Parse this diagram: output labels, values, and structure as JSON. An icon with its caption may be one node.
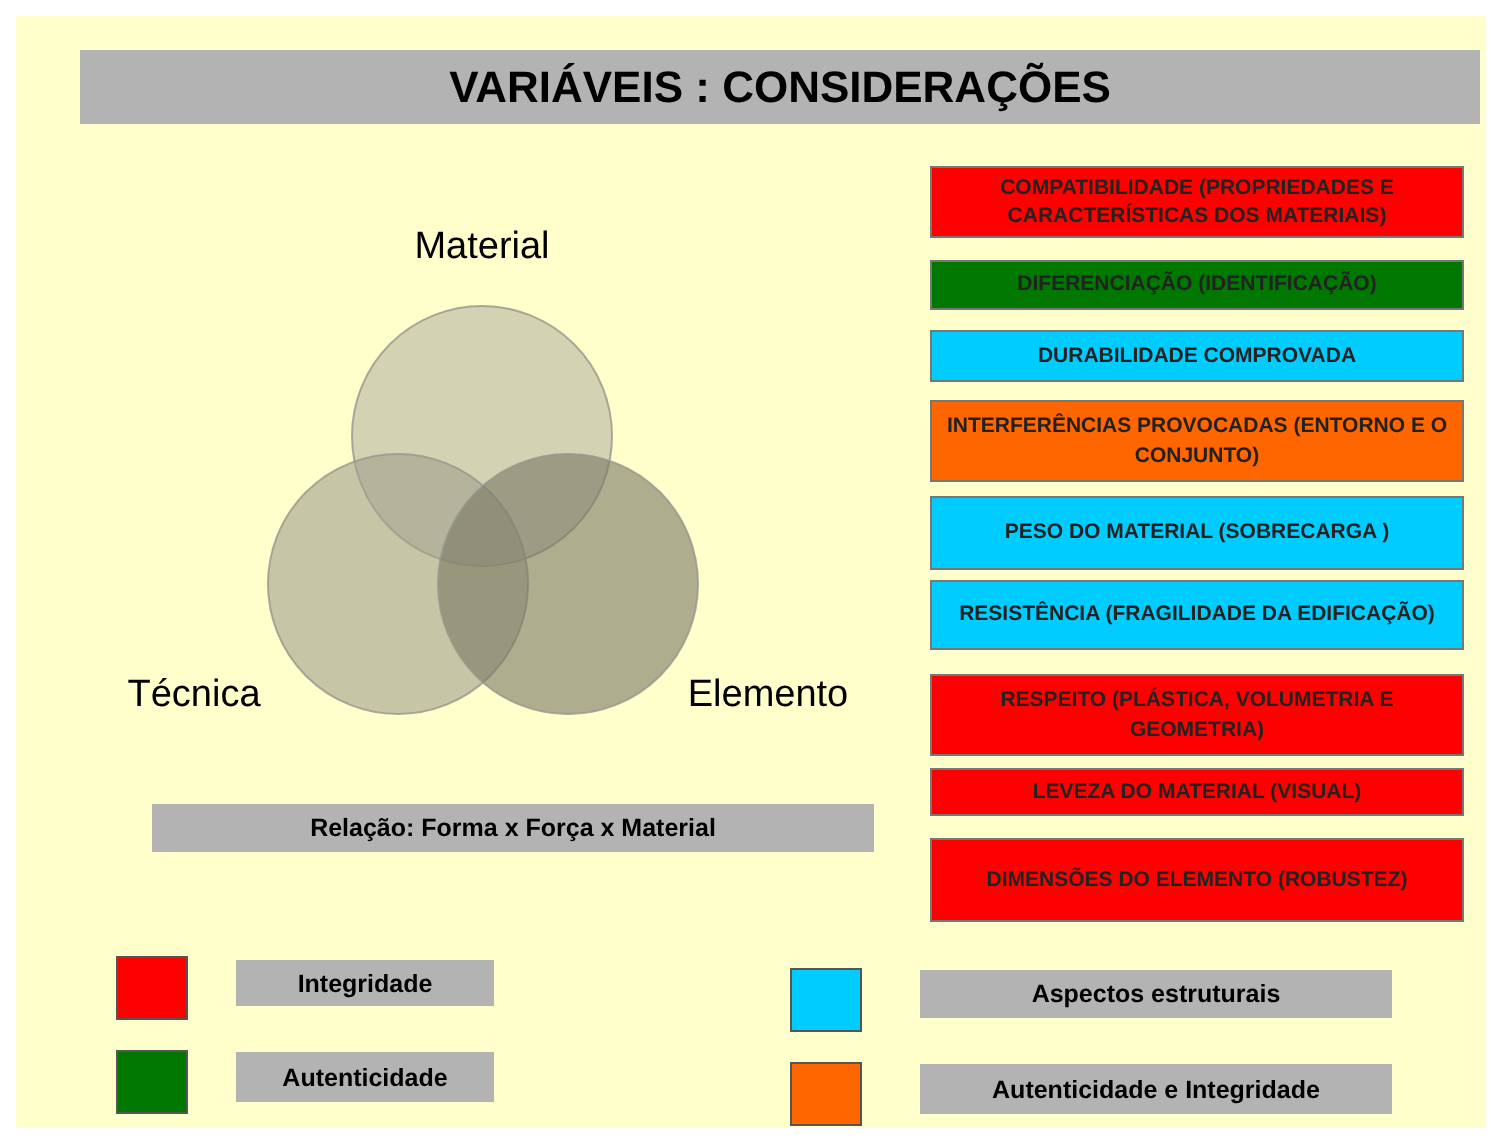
{
  "diagram": {
    "title": "VARIÁVEIS : CONSIDERAÇÕES",
    "nodes": [
      {
        "text": [
          "Material"
        ]
      },
      {
        "text": [
          "Técnica"
        ]
      },
      {
        "text": [
          "Elemento"
        ]
      },
      {
        "text": [
          "Relação: Forma x Força x Material"
        ]
      },
      {
        "text": [
          "COMPATIBILIDADE (PROPRIEDADES E CARACTERÍSTICAS DOS MATERIAIS)"
        ]
      },
      {
        "text": [
          "DIFERENCIAÇÃO (IDENTIFICAÇÃO)"
        ]
      },
      {
        "text": [
          "DURABILIDADE COMPROVADA"
        ]
      },
      {
        "text": [
          "INTERFERÊNCIAS PROVOCADAS (ENTORNO E O CONJUNTO)"
        ]
      },
      {
        "text": [
          "PESO DO MATERIAL (SOBRECARGA )"
        ]
      },
      {
        "text": [
          "RESISTÊNCIA (FRAGILIDADE DA EDIFICAÇÃO)"
        ]
      },
      {
        "text": [
          "RESPEITO (PLÁSTICA, VOLUMETRIA E GEOMETRIA)"
        ]
      },
      {
        "text": [
          "LEVEZA DO MATERIAL (VISUAL)"
        ]
      },
      {
        "text": [
          "DIMENSÕES DO ELEMENTO (ROBUSTEZ)"
        ]
      }
    ],
    "legend": [
      {
        "text": "Integridade",
        "color": "#ff0000"
      },
      {
        "text": "Autenticidade",
        "color": "#007700"
      },
      {
        "text": "Aspectos estruturais",
        "color": "#00ccff"
      },
      {
        "text": "Autenticidade e Integridade",
        "color": "#ff6600"
      }
    ]
  }
}
